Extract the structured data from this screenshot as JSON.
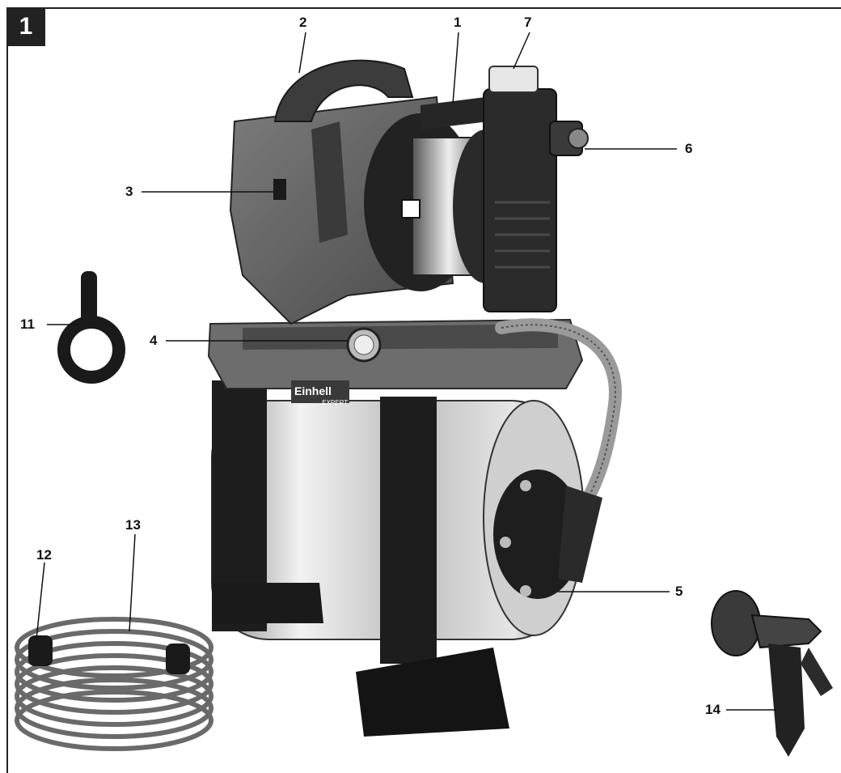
{
  "figure": {
    "number": "1"
  },
  "brand": {
    "logo": "Einhell",
    "sub": "EXPERT"
  },
  "callouts": {
    "c1": "1",
    "c2": "2",
    "c3": "3",
    "c4": "4",
    "c5": "5",
    "c6": "6",
    "c7": "7",
    "c11": "11",
    "c12": "12",
    "c13": "13",
    "c14": "14"
  }
}
